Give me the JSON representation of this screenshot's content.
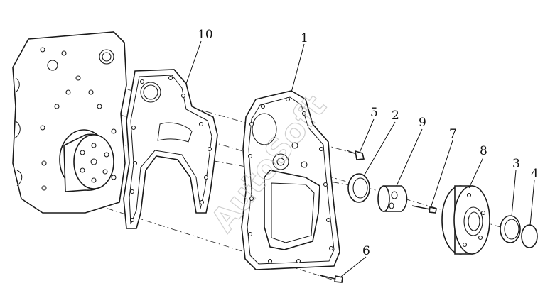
{
  "watermark": "AutoSoft",
  "callouts": [
    {
      "id": "c10",
      "label": "10"
    },
    {
      "id": "c1",
      "label": "1"
    },
    {
      "id": "c5",
      "label": "5"
    },
    {
      "id": "c2",
      "label": "2"
    },
    {
      "id": "c9",
      "label": "9"
    },
    {
      "id": "c7",
      "label": "7"
    },
    {
      "id": "c8",
      "label": "8"
    },
    {
      "id": "c3",
      "label": "3"
    },
    {
      "id": "c4",
      "label": "4"
    },
    {
      "id": "c6",
      "label": "6"
    }
  ]
}
